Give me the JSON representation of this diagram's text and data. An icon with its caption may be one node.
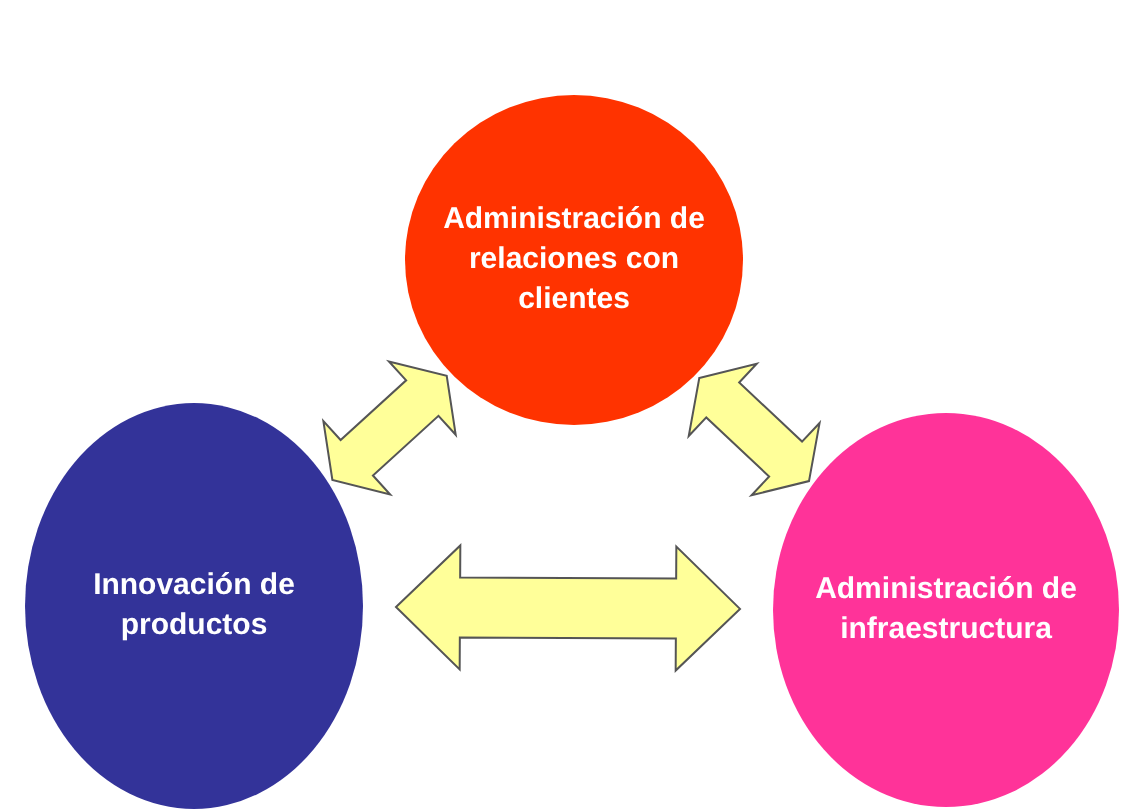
{
  "diagram": {
    "nodes": [
      {
        "text": [
          "Administración de relaciones con clientes"
        ]
      },
      {
        "text": [
          "Innovación de productos"
        ]
      },
      {
        "text": [
          "Administración de infraestructura"
        ]
      }
    ],
    "edges": [
      {
        "from": 1,
        "to": 0,
        "arrow": "both"
      },
      {
        "from": 0,
        "to": 2,
        "arrow": "both"
      },
      {
        "from": 1,
        "to": 2,
        "arrow": "both"
      }
    ]
  }
}
